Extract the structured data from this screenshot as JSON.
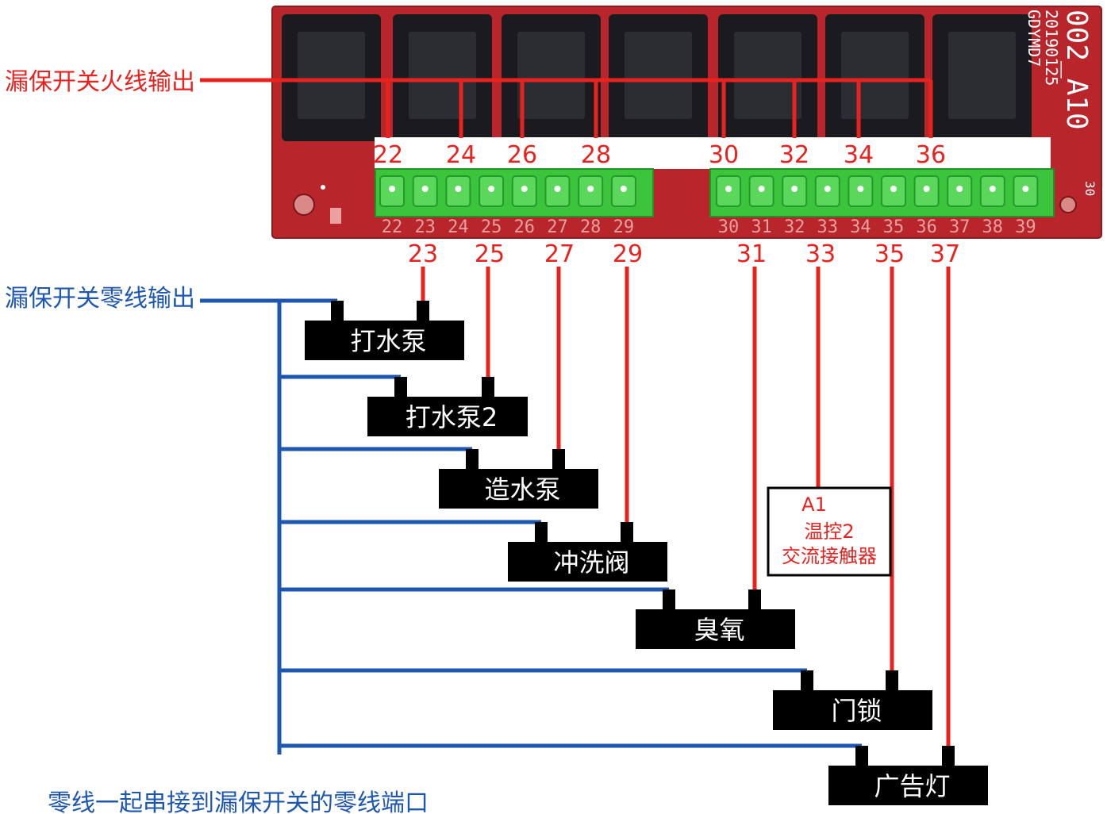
{
  "labels": {
    "live_output": "漏保开关火线输出",
    "neutral_output": "漏保开关零线输出",
    "footer_note": "零线一起串接到漏保开关的零线端口"
  },
  "board": {
    "model": "002_A10",
    "date": "20190125",
    "code": "GDYMD7",
    "corner": "30",
    "pin_labels": [
      "22",
      "23",
      "24",
      "25",
      "26",
      "27",
      "28",
      "29",
      "30",
      "31",
      "32",
      "33",
      "34",
      "35",
      "36",
      "37",
      "38",
      "39"
    ]
  },
  "top_terminals": [
    "22",
    "24",
    "26",
    "28",
    "30",
    "32",
    "34",
    "36"
  ],
  "bottom_terminals": [
    "23",
    "25",
    "27",
    "29",
    "31",
    "33",
    "35",
    "37"
  ],
  "devices": [
    {
      "label": "打水泵",
      "terminal": "23"
    },
    {
      "label": "打水泵2",
      "terminal": "25"
    },
    {
      "label": "造水泵",
      "terminal": "27"
    },
    {
      "label": "冲洗阀",
      "terminal": "29"
    },
    {
      "label": "臭氧",
      "terminal": "31"
    },
    {
      "label": "门锁",
      "terminal": "35"
    },
    {
      "label": "广告灯",
      "terminal": "37"
    }
  ],
  "contactor": {
    "terminal": "33",
    "line1": "A1",
    "line2": "温控2",
    "line3": "交流接触器"
  },
  "colors": {
    "live": "#e8231f",
    "neutral": "#1d57b0",
    "board": "#b8252a",
    "connector": "#3cc43c",
    "device": "#000000"
  }
}
